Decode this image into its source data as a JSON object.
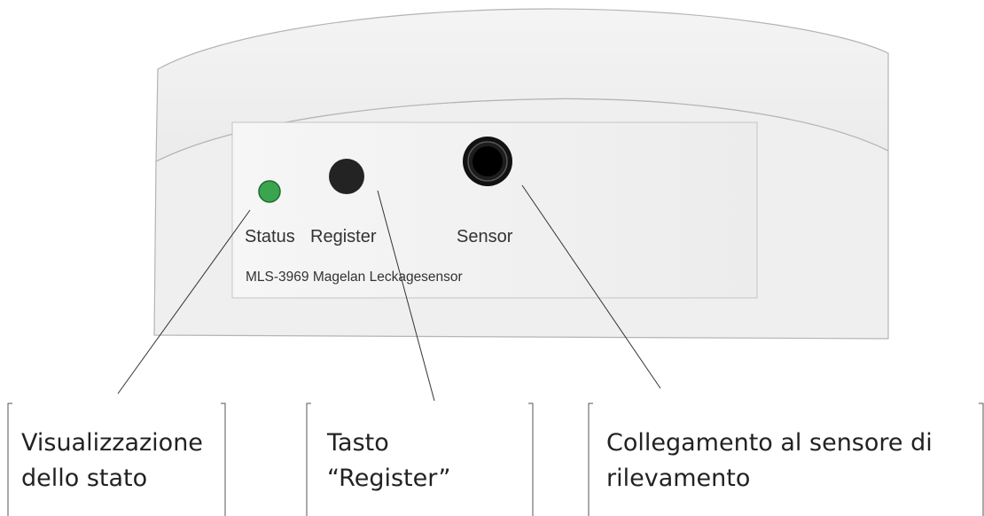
{
  "device": {
    "status_label": "Status",
    "register_label": "Register",
    "sensor_label": "Sensor",
    "model_text": "MLS-3969 Magelan Leckagesensor"
  },
  "callouts": {
    "status_line1": "Visualizzazione",
    "status_line2": "dello stato",
    "register_line1": "Tasto",
    "register_line2": "“Register”",
    "sensor_line1": "Collegamento al sensore di",
    "sensor_line2": "rilevamento"
  },
  "colors": {
    "status_led": "#3aa54e",
    "register_button": "#232323",
    "sensor_port": "#111111",
    "housing": "#f1f1f1"
  }
}
